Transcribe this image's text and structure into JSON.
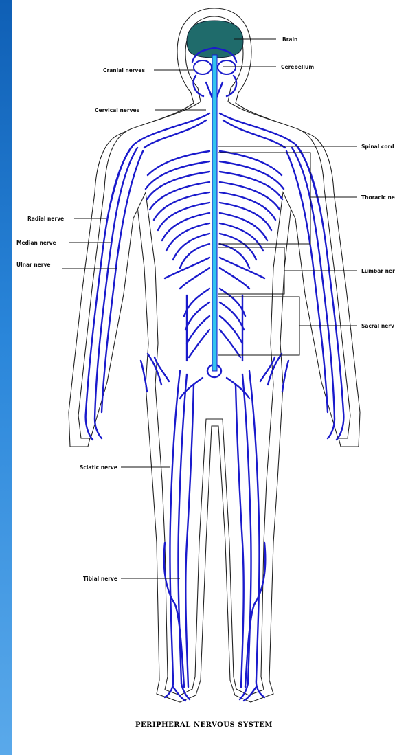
{
  "caption": "PERIPHERAL NERVOUS SYSTEM",
  "labels": {
    "brain": "Brain",
    "cerebellum": "Cerebellum",
    "cranial": "Cranial nerves",
    "cervical": "Cervical nerves",
    "spinal": "Spinal cord",
    "thoracic": "Thoracic ne",
    "radial": "Radial nerve",
    "median": "Median nerve",
    "ulnar": "Ulnar nerve",
    "lumbar": "Lumbar ner",
    "sacral": "Sacral nerv",
    "sciatic": "Sciatic nerve",
    "tibial": "Tibial nerve"
  },
  "colors": {
    "nerve": "#1a1acc",
    "spinal_cord": "#33c3ee",
    "brain": "#1f6b6b",
    "outline": "#111111",
    "background_blue": "#1e6fc4"
  }
}
